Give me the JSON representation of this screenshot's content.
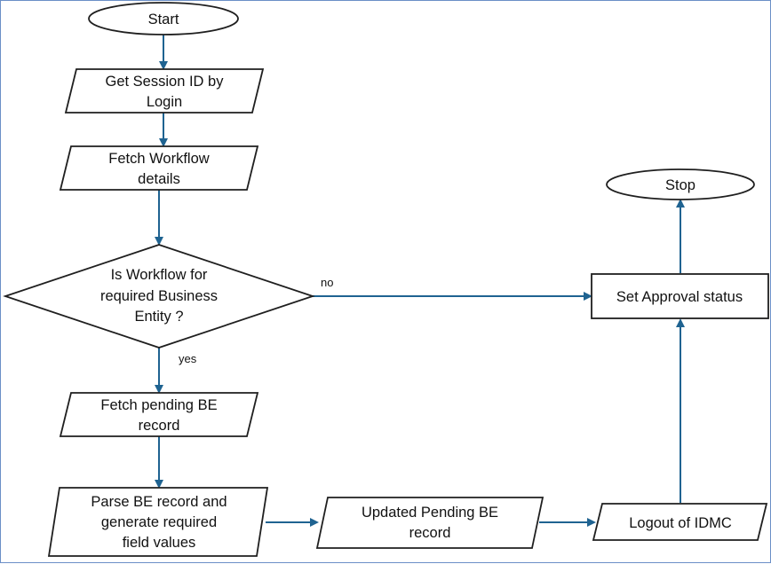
{
  "nodes": {
    "start": {
      "label": "Start"
    },
    "login": {
      "lines": [
        "Get Session ID by",
        "Login"
      ]
    },
    "fetch_workflow": {
      "lines": [
        "Fetch Workflow",
        "details"
      ]
    },
    "decision": {
      "lines": [
        "Is Workflow for",
        "required Business",
        "Entity ?"
      ]
    },
    "fetch_pending": {
      "lines": [
        "Fetch pending BE",
        "record"
      ]
    },
    "parse": {
      "lines": [
        "Parse BE record and",
        "generate required",
        "field values"
      ]
    },
    "updated": {
      "lines": [
        "Updated Pending BE",
        "record"
      ]
    },
    "logout": {
      "label": "Logout of IDMC"
    },
    "set_approval": {
      "label": "Set Approval status"
    },
    "stop": {
      "label": "Stop"
    }
  },
  "edges": {
    "no_label": "no",
    "yes_label": "yes"
  }
}
